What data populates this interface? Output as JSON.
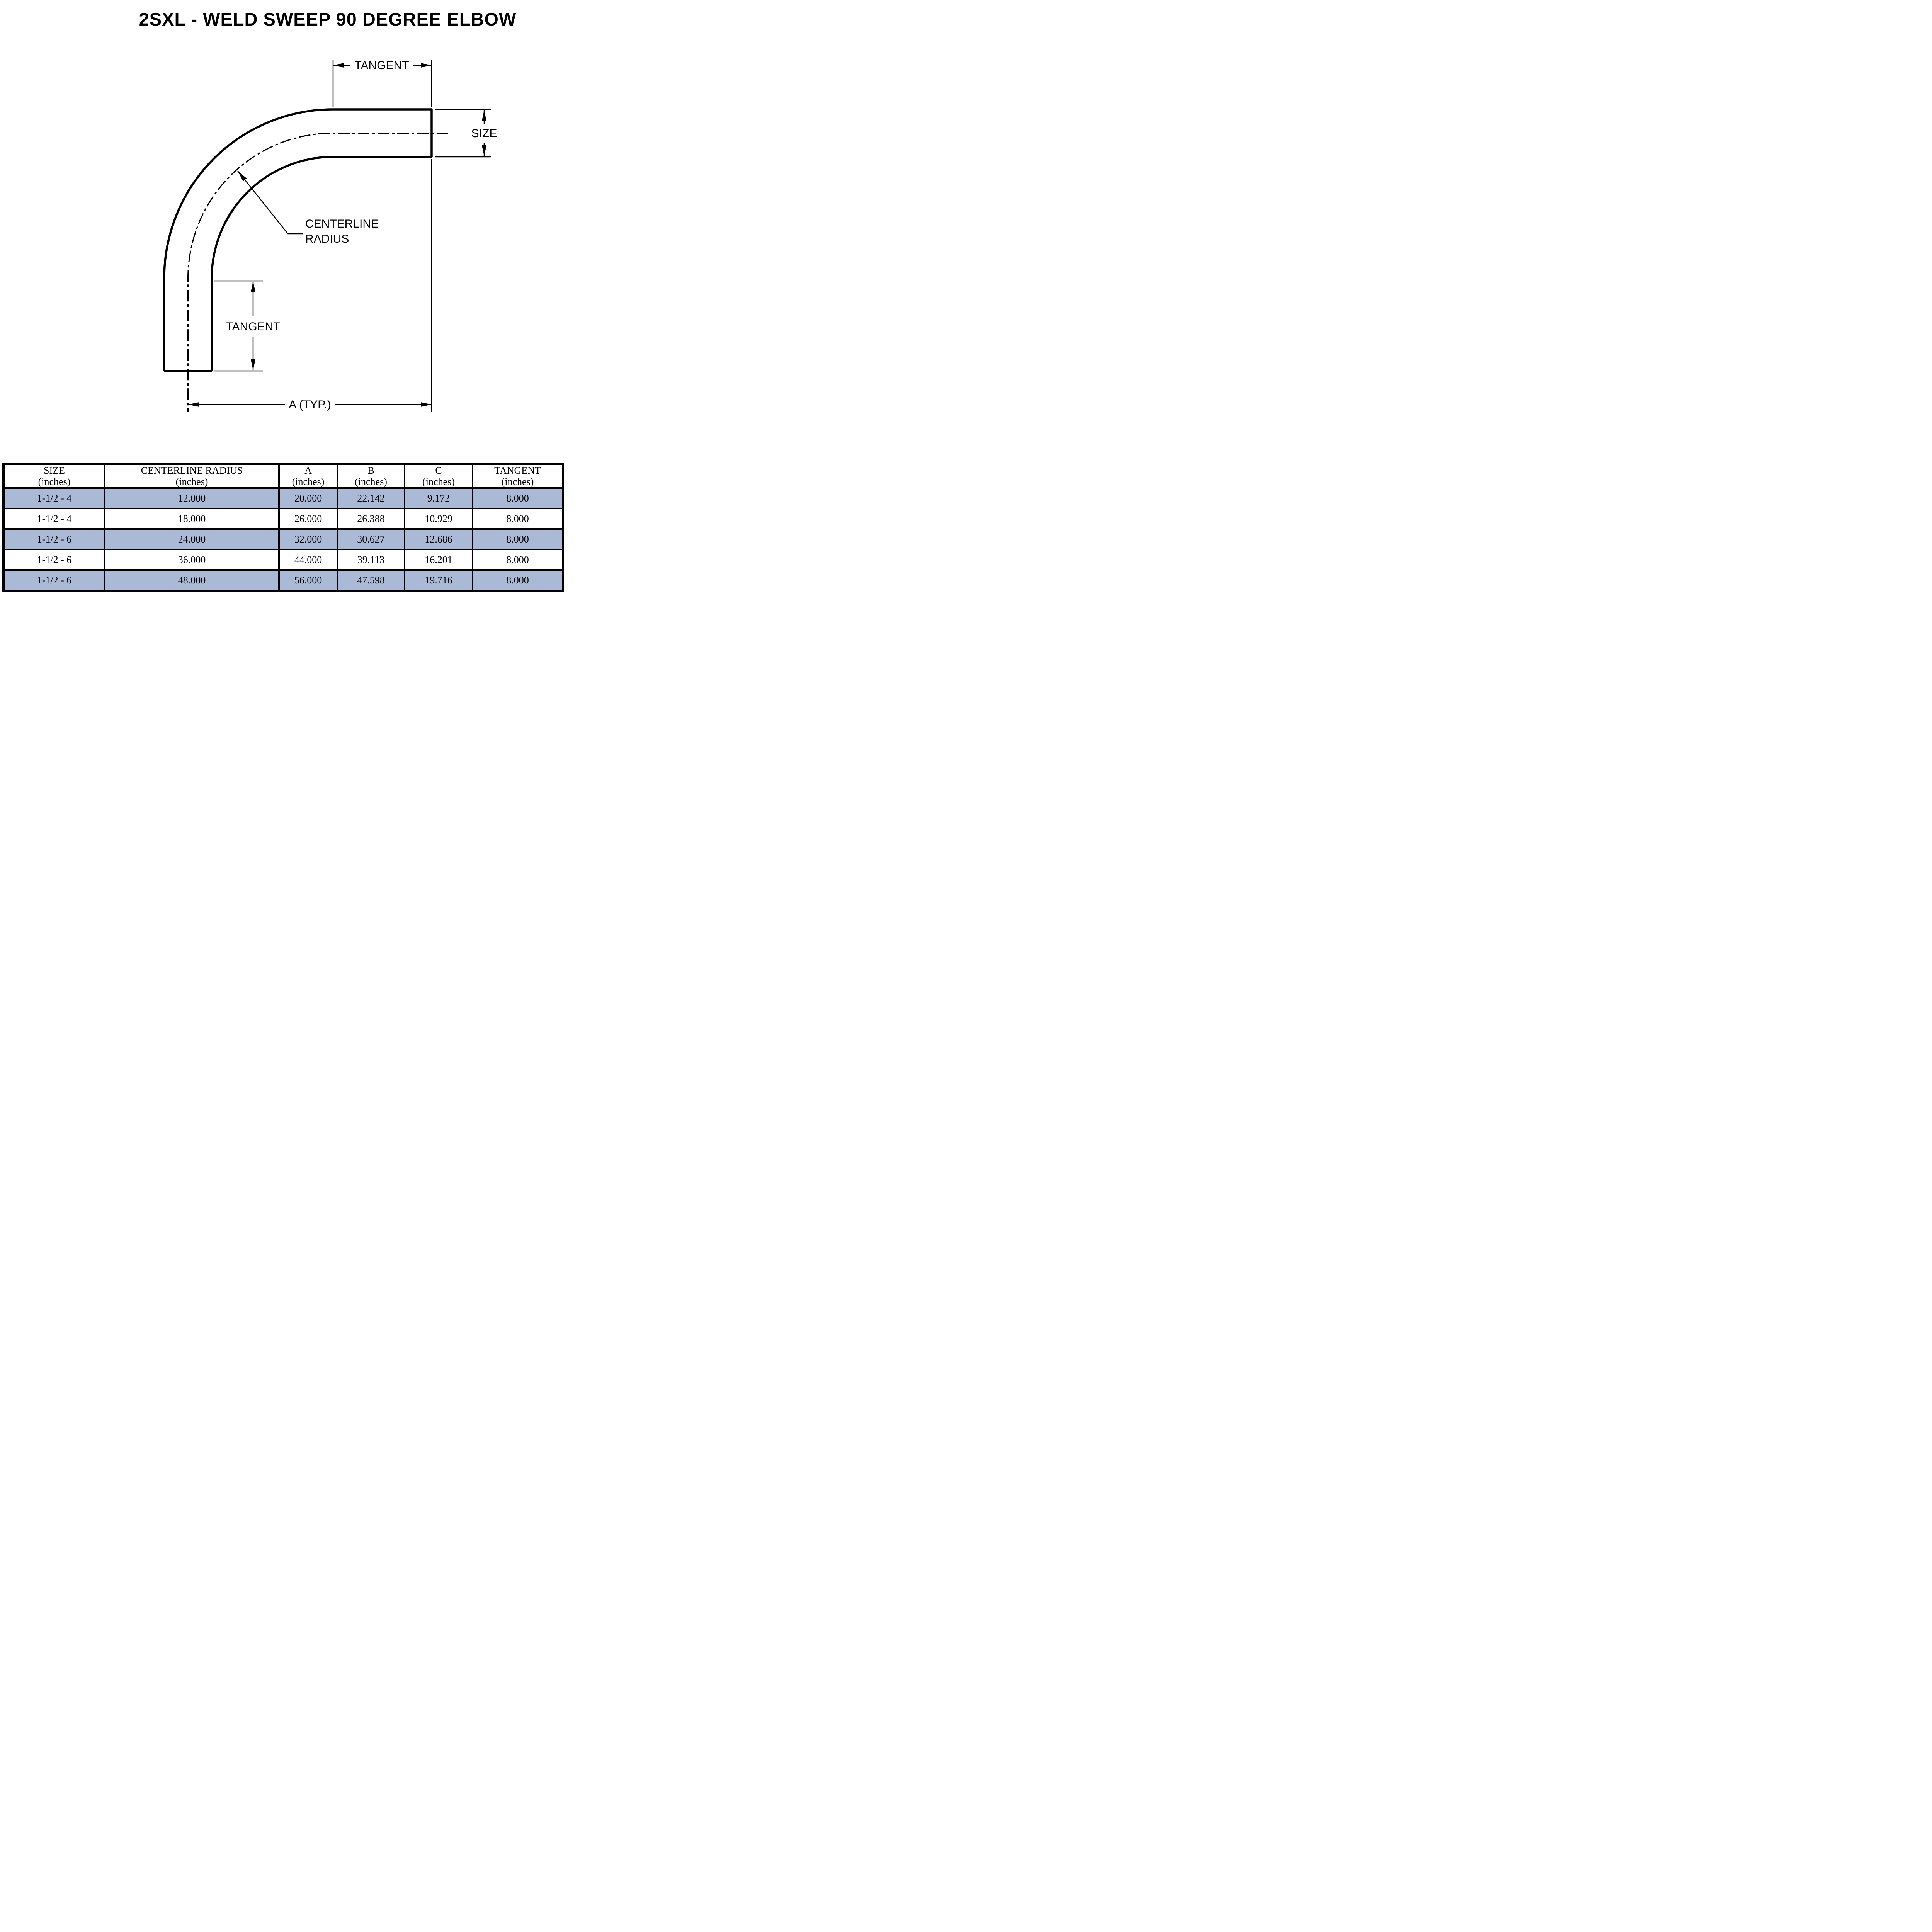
{
  "page": {
    "title": "2SXL - WELD SWEEP 90 DEGREE ELBOW"
  },
  "diagram": {
    "dim_tangent_top": "TANGENT",
    "dim_size": "SIZE",
    "dim_centerline_radius_line1": "CENTERLINE",
    "dim_centerline_radius_line2": "RADIUS",
    "dim_tangent_left": "TANGENT",
    "dim_a_typ": "A (TYP.)"
  },
  "colors": {
    "ink": "#000000",
    "row_highlight": "#aab9d6",
    "row_plain": "#ffffff"
  },
  "table": {
    "columns": [
      {
        "label": "SIZE",
        "unit": "(inches)"
      },
      {
        "label": "CENTERLINE RADIUS",
        "unit": "(inches)"
      },
      {
        "label": "A",
        "unit": "(inches)"
      },
      {
        "label": "B",
        "unit": "(inches)"
      },
      {
        "label": "C",
        "unit": "(inches)"
      },
      {
        "label": "TANGENT",
        "unit": "(inches)"
      }
    ],
    "rows": [
      {
        "size": "1-1/2 - 4",
        "centerline_radius": "12.000",
        "a": "20.000",
        "b": "22.142",
        "c": "9.172",
        "tangent": "8.000"
      },
      {
        "size": "1-1/2 - 4",
        "centerline_radius": "18.000",
        "a": "26.000",
        "b": "26.388",
        "c": "10.929",
        "tangent": "8.000"
      },
      {
        "size": "1-1/2 - 6",
        "centerline_radius": "24.000",
        "a": "32.000",
        "b": "30.627",
        "c": "12.686",
        "tangent": "8.000"
      },
      {
        "size": "1-1/2 - 6",
        "centerline_radius": "36.000",
        "a": "44.000",
        "b": "39.113",
        "c": "16.201",
        "tangent": "8.000"
      },
      {
        "size": "1-1/2 - 6",
        "centerline_radius": "48.000",
        "a": "56.000",
        "b": "47.598",
        "c": "19.716",
        "tangent": "8.000"
      }
    ]
  }
}
